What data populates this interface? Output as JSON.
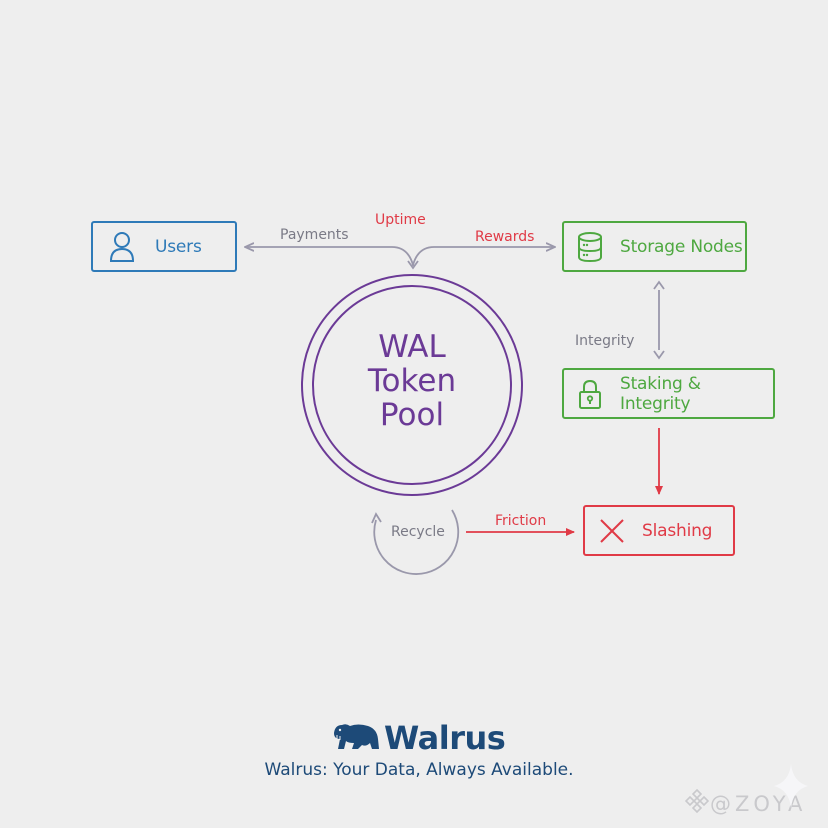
{
  "diagram": {
    "nodes": {
      "users": {
        "label": "Users",
        "icon": "user-icon",
        "color": "#2e7ab8"
      },
      "storage_nodes": {
        "label": "Storage Nodes",
        "icon": "database-icon",
        "color": "#4ea840"
      },
      "staking": {
        "label": "Staking & Integrity",
        "icon": "lock-icon",
        "color": "#4ea840"
      },
      "slashing": {
        "label": "Slashing",
        "icon": "x-icon",
        "color": "#e03a46"
      },
      "pool": {
        "lines": [
          "WAL",
          "Token",
          "Pool"
        ],
        "color": "#6b3a96"
      }
    },
    "edges": {
      "payments": {
        "label": "Payments",
        "color": "#7a7a86"
      },
      "uptime": {
        "label": "Uptime",
        "color": "#e03a46"
      },
      "rewards": {
        "label": "Rewards",
        "color": "#e03a46"
      },
      "integrity": {
        "label": "Integrity",
        "color": "#7a7a86"
      },
      "friction": {
        "label": "Friction",
        "color": "#e03a46"
      },
      "recycle": {
        "label": "Recycle",
        "color": "#7a7a86"
      }
    },
    "arrow_gray": "#9a98ab"
  },
  "footer": {
    "brand": "Walrus",
    "logo_icon": "walrus-logo-icon",
    "tagline": "Walrus: Your Data, Always Available.",
    "brand_color": "#1d4a78"
  },
  "watermark": {
    "text": "@ZOYA",
    "icon": "binance-diamond-icon"
  }
}
